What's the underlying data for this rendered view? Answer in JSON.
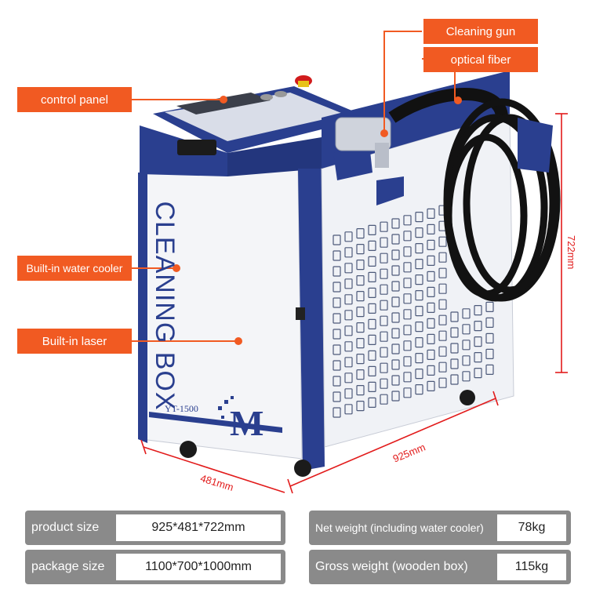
{
  "callouts": {
    "cleaning_gun": "Cleaning gun",
    "optical_fiber": "optical fiber",
    "control_panel": "control panel",
    "water_cooler": "Built-in water cooler",
    "laser": "Built-in laser"
  },
  "machine": {
    "side_text": "CLEANING BOX",
    "model": "YT-1500",
    "logo_letter": "M"
  },
  "dimensions": {
    "height": "722mm",
    "length": "925mm",
    "width": "481mm"
  },
  "specs": {
    "product_size_label": "product size",
    "product_size_value": "925*481*722mm",
    "package_size_label": "package size",
    "package_size_value": "1100*700*1000mm",
    "net_weight_label": "Net weight (including water cooler)",
    "net_weight_value": "78kg",
    "gross_weight_label": "Gross weight (wooden box)",
    "gross_weight_value": "115kg"
  },
  "colors": {
    "accent": "#f15a22",
    "machine_blue": "#2a3f8f",
    "dimension_red": "#e21b1b",
    "spec_gray": "#8a8a8a"
  }
}
